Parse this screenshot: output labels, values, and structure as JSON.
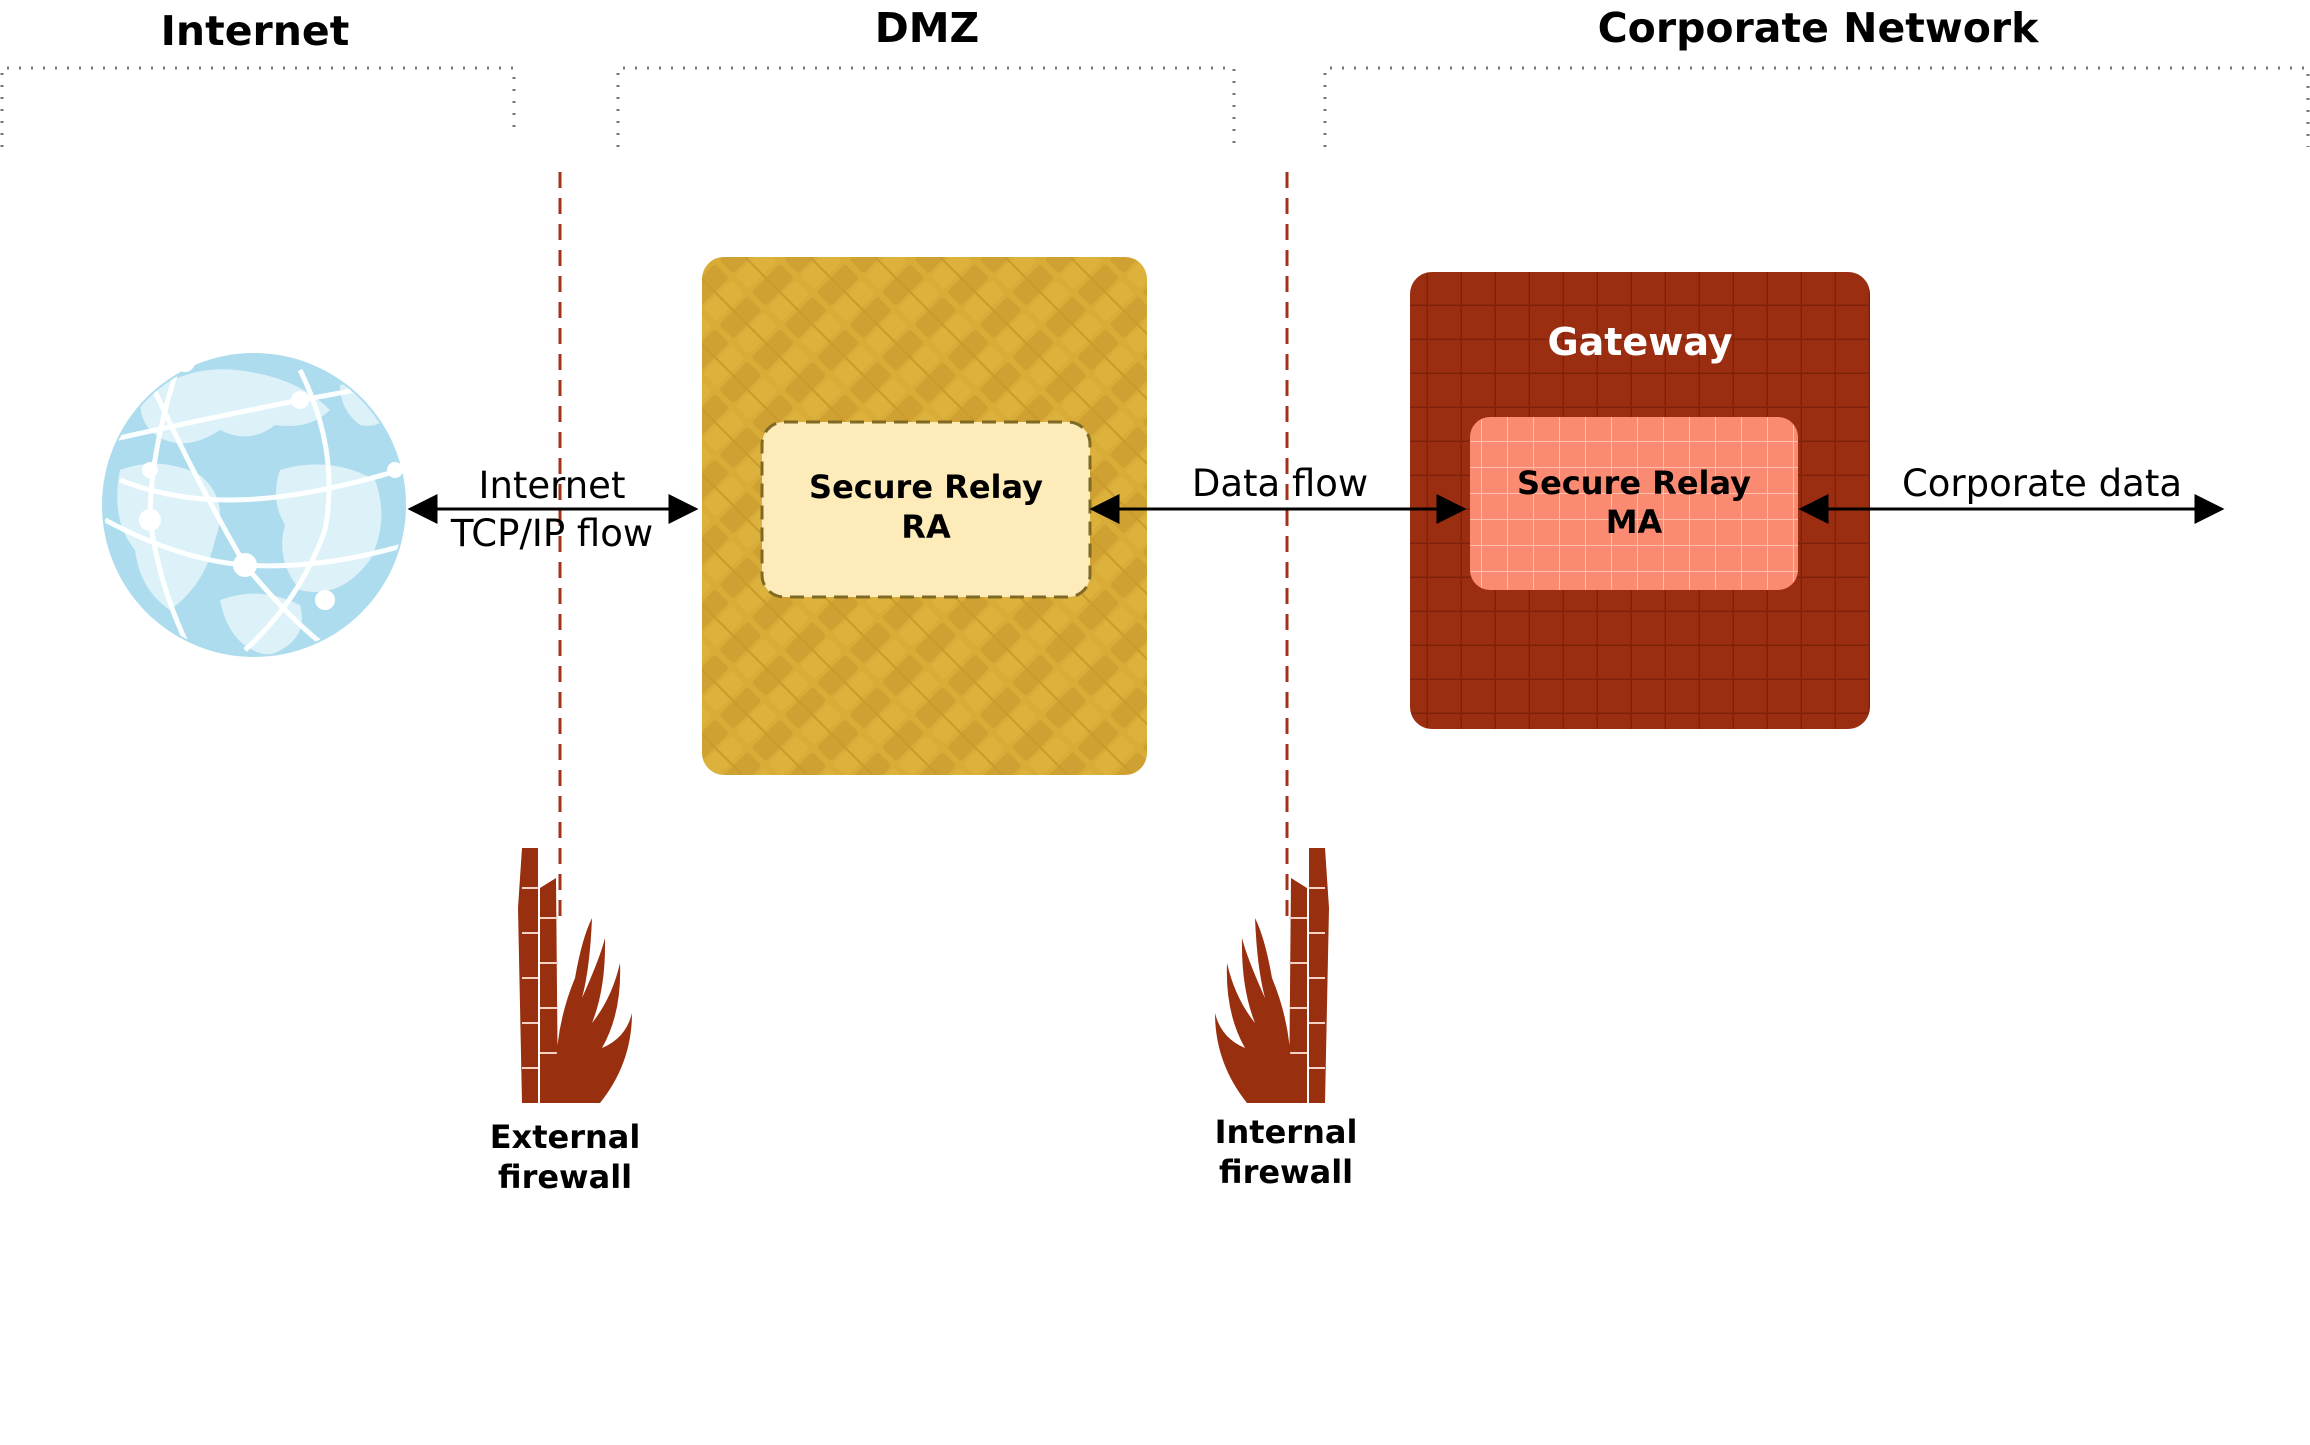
{
  "zones": {
    "internet": "Internet",
    "dmz": "DMZ",
    "corporate": "Corporate Network"
  },
  "relay_ra": {
    "line1": "Secure Relay",
    "line2": "RA"
  },
  "gateway": {
    "title": "Gateway",
    "relay_ma": {
      "line1": "Secure Relay",
      "line2": "MA"
    }
  },
  "flows": {
    "internet_line1": "Internet",
    "internet_line2": "TCP/IP flow",
    "data_flow": "Data flow",
    "corporate_data": "Corporate data"
  },
  "firewalls": {
    "external_line1": "External",
    "external_line2": "firewall",
    "internal_line1": "Internal",
    "internal_line2": "firewall"
  },
  "colors": {
    "dmz_box": "#d8ac36",
    "ra_box": "#fdebb9",
    "gateway_box": "#9b2d11",
    "ma_box": "#fb8a73",
    "firewall": "#98300f",
    "globe": "#acdcee"
  },
  "icons": {
    "globe": "globe-icon",
    "firewall": "firewall-icon"
  }
}
